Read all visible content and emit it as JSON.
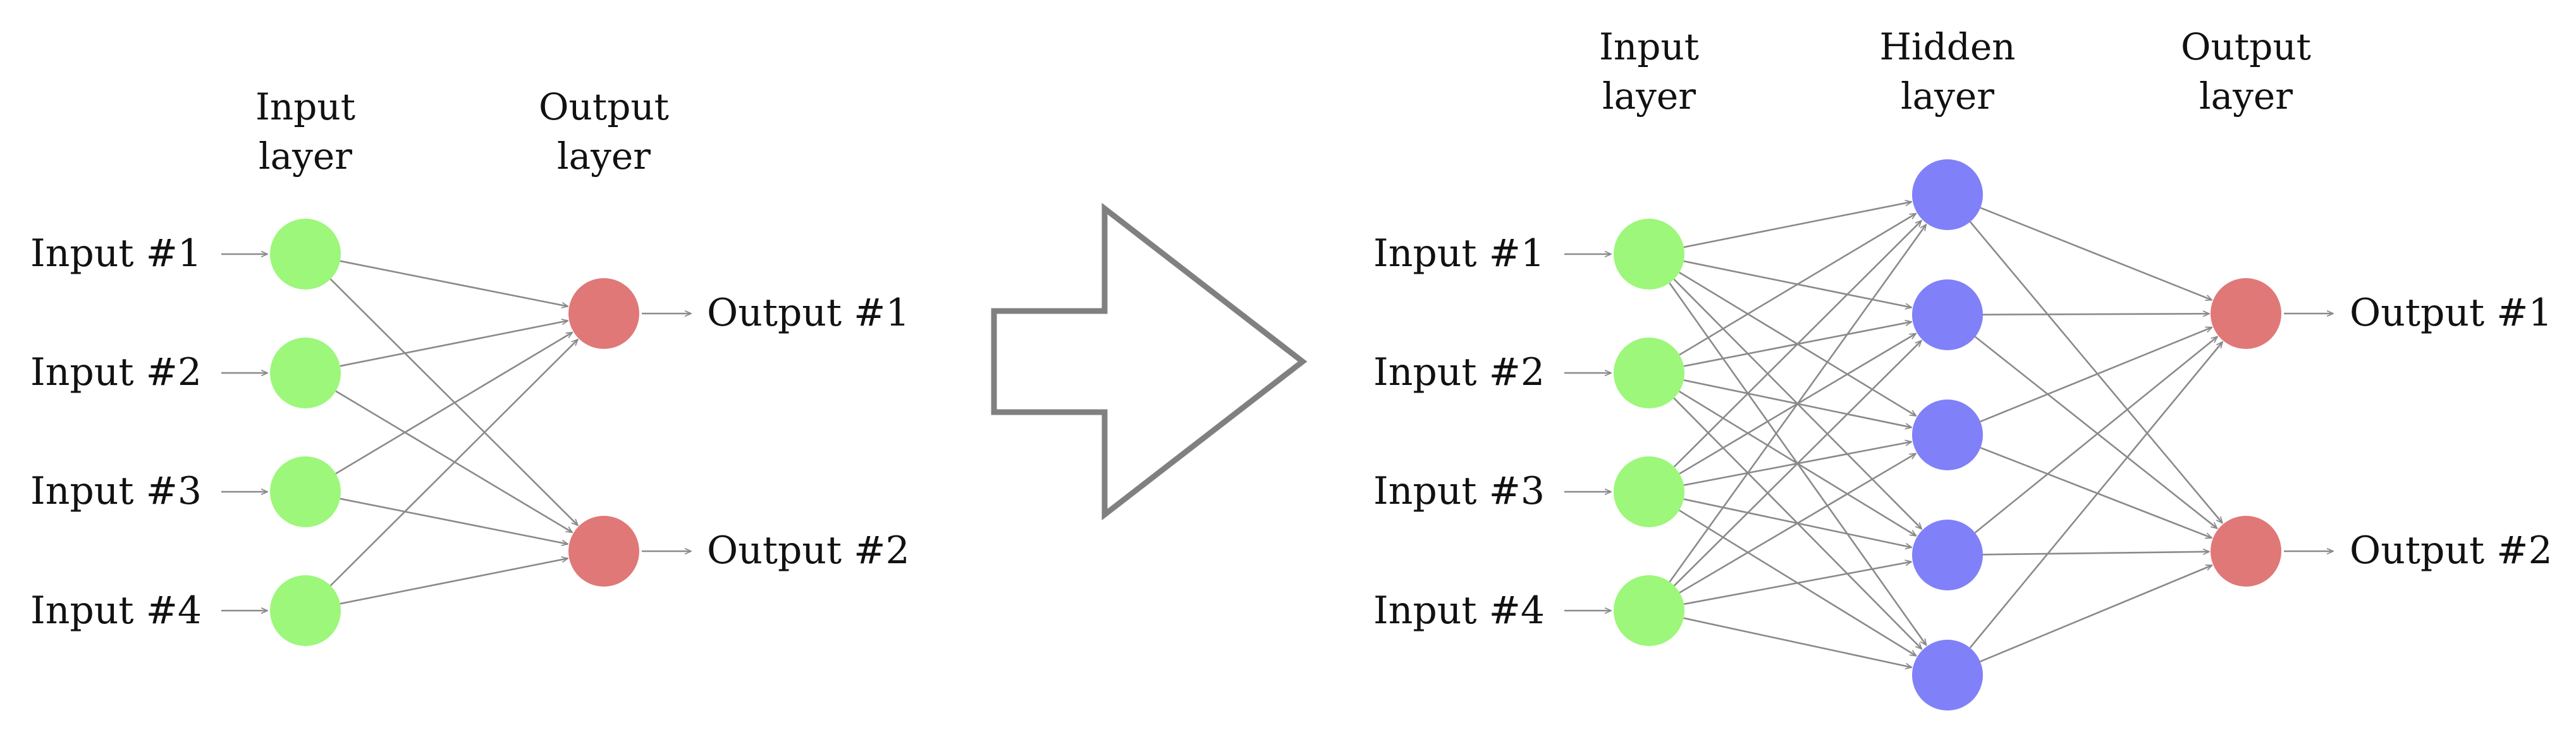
{
  "colors": {
    "input": "#9cf77a",
    "hidden": "#8080f8",
    "output": "#e07878",
    "connection": "#8a8a8a",
    "arrow_outline": "#808080"
  },
  "left_network": {
    "layer_labels": {
      "input": [
        "Input",
        "layer"
      ],
      "output": [
        "Output",
        "layer"
      ]
    },
    "inputs": [
      "Input #1",
      "Input #2",
      "Input #3",
      "Input #4"
    ],
    "outputs": [
      "Output #1",
      "Output #2"
    ]
  },
  "right_network": {
    "layer_labels": {
      "input": [
        "Input",
        "layer"
      ],
      "hidden": [
        "Hidden",
        "layer"
      ],
      "output": [
        "Output",
        "layer"
      ]
    },
    "inputs": [
      "Input #1",
      "Input #2",
      "Input #3",
      "Input #4"
    ],
    "hidden_node_count": 5,
    "outputs": [
      "Output #1",
      "Output #2"
    ]
  },
  "transition_arrow": {
    "icon": "right-block-arrow-icon",
    "direction": "right"
  }
}
